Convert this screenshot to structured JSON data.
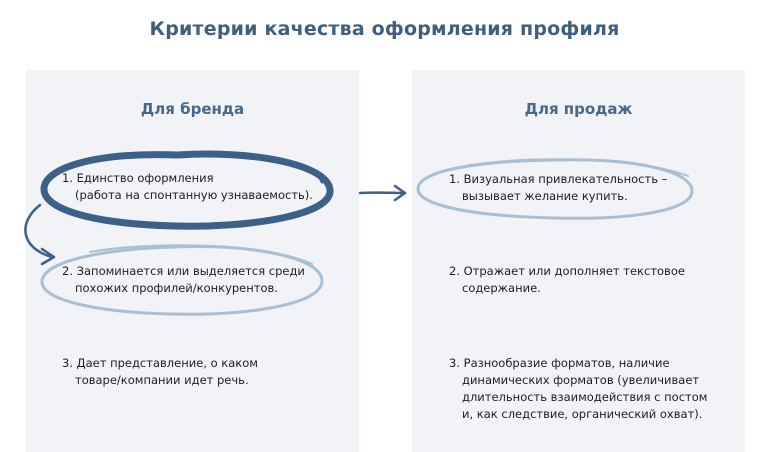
{
  "title": "Критерии качества оформления профиля",
  "left": {
    "heading": "Для бренда",
    "items": [
      {
        "line1": "1. Единство оформления",
        "line2": "(работа на спонтанную узнаваемость)."
      },
      {
        "line1": "2. Запоминается или выделяется среди",
        "line2": "похожих профилей/конкурентов."
      },
      {
        "line1": "3. Дает представление, о каком",
        "line2": "товаре/компании идет речь."
      }
    ]
  },
  "right": {
    "heading": "Для продаж",
    "items": [
      {
        "line1": "1. Визуальная привлекательность –",
        "line2": "вызывает желание купить."
      },
      {
        "line1": "2. Отражает или дополняет текстовое",
        "line2": "содержание."
      },
      {
        "line1": "3. Разнообразие форматов, наличие",
        "line2": "динамических форматов (увеличивает",
        "line3": "длительность взаимодействия с постом",
        "line4": "и, как следствие, органический охват)."
      }
    ]
  },
  "colors": {
    "accent": "#3f5f80",
    "ellipse_dark": "#3d6089",
    "ellipse_light": "#a9bfd3",
    "panel_bg": "#f1f3f6"
  }
}
